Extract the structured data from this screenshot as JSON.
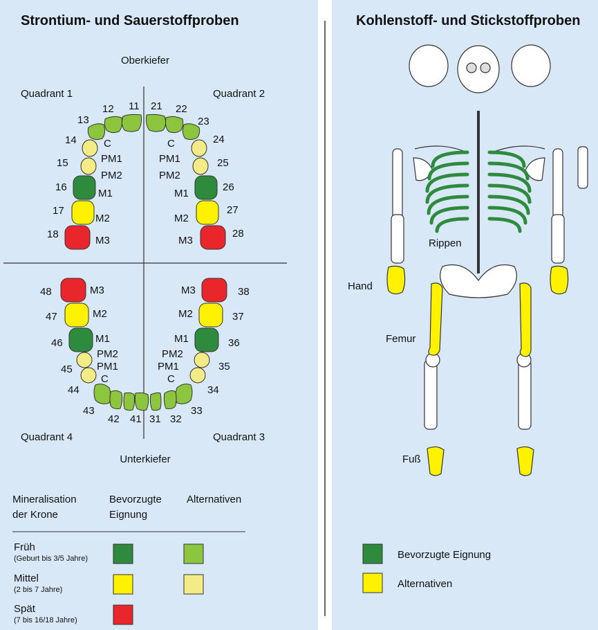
{
  "left_title": "Strontium- und Sauerstoffproben",
  "right_title": "Kohlenstoff- und Stickstoffproben",
  "upper_jaw": "Oberkiefer",
  "lower_jaw": "Unterkiefer",
  "quadrants": {
    "q1": "Quadrant 1",
    "q2": "Quadrant 2",
    "q3": "Quadrant 3",
    "q4": "Quadrant 4"
  },
  "tooth_numbers": {
    "q1": [
      "11",
      "12",
      "13",
      "14",
      "15",
      "16",
      "17",
      "18"
    ],
    "q2": [
      "21",
      "22",
      "23",
      "24",
      "25",
      "26",
      "27",
      "28"
    ],
    "q3": [
      "31",
      "32",
      "33",
      "34",
      "35",
      "36",
      "37",
      "38"
    ],
    "q4": [
      "41",
      "42",
      "43",
      "44",
      "45",
      "46",
      "47",
      "48"
    ]
  },
  "tooth_types": {
    "c": "C",
    "pm1": "PM1",
    "pm2": "PM2",
    "m1": "M1",
    "m2": "M2",
    "m3": "M3"
  },
  "colors": {
    "background": "#d9e8f7",
    "dark_green": "#2e8b3d",
    "light_green": "#8cc63f",
    "yellow": "#fff200",
    "light_yellow": "#f3eb85",
    "red": "#e8262b",
    "bone": "#ffffff"
  },
  "legend_teeth": {
    "col1": [
      "Mineralisation",
      "der Krone"
    ],
    "col2": [
      "Bevorzugte",
      "Eignung"
    ],
    "col3": "Alternativen",
    "rows": [
      {
        "label": "Früh",
        "sub": "(Geburt bis 3/5 Jahre)"
      },
      {
        "label": "Mittel",
        "sub": "(2 bis 7 Jahre)"
      },
      {
        "label": "Spät",
        "sub": "(7 bis 16/18 Jahre)"
      }
    ]
  },
  "skeleton_labels": {
    "rippen": "Rippen",
    "hand": "Hand",
    "femur": "Femur",
    "fuss": "Fuß"
  },
  "legend_bones": {
    "preferred": "Bevorzugte Eignung",
    "alternatives": "Alternativen"
  }
}
